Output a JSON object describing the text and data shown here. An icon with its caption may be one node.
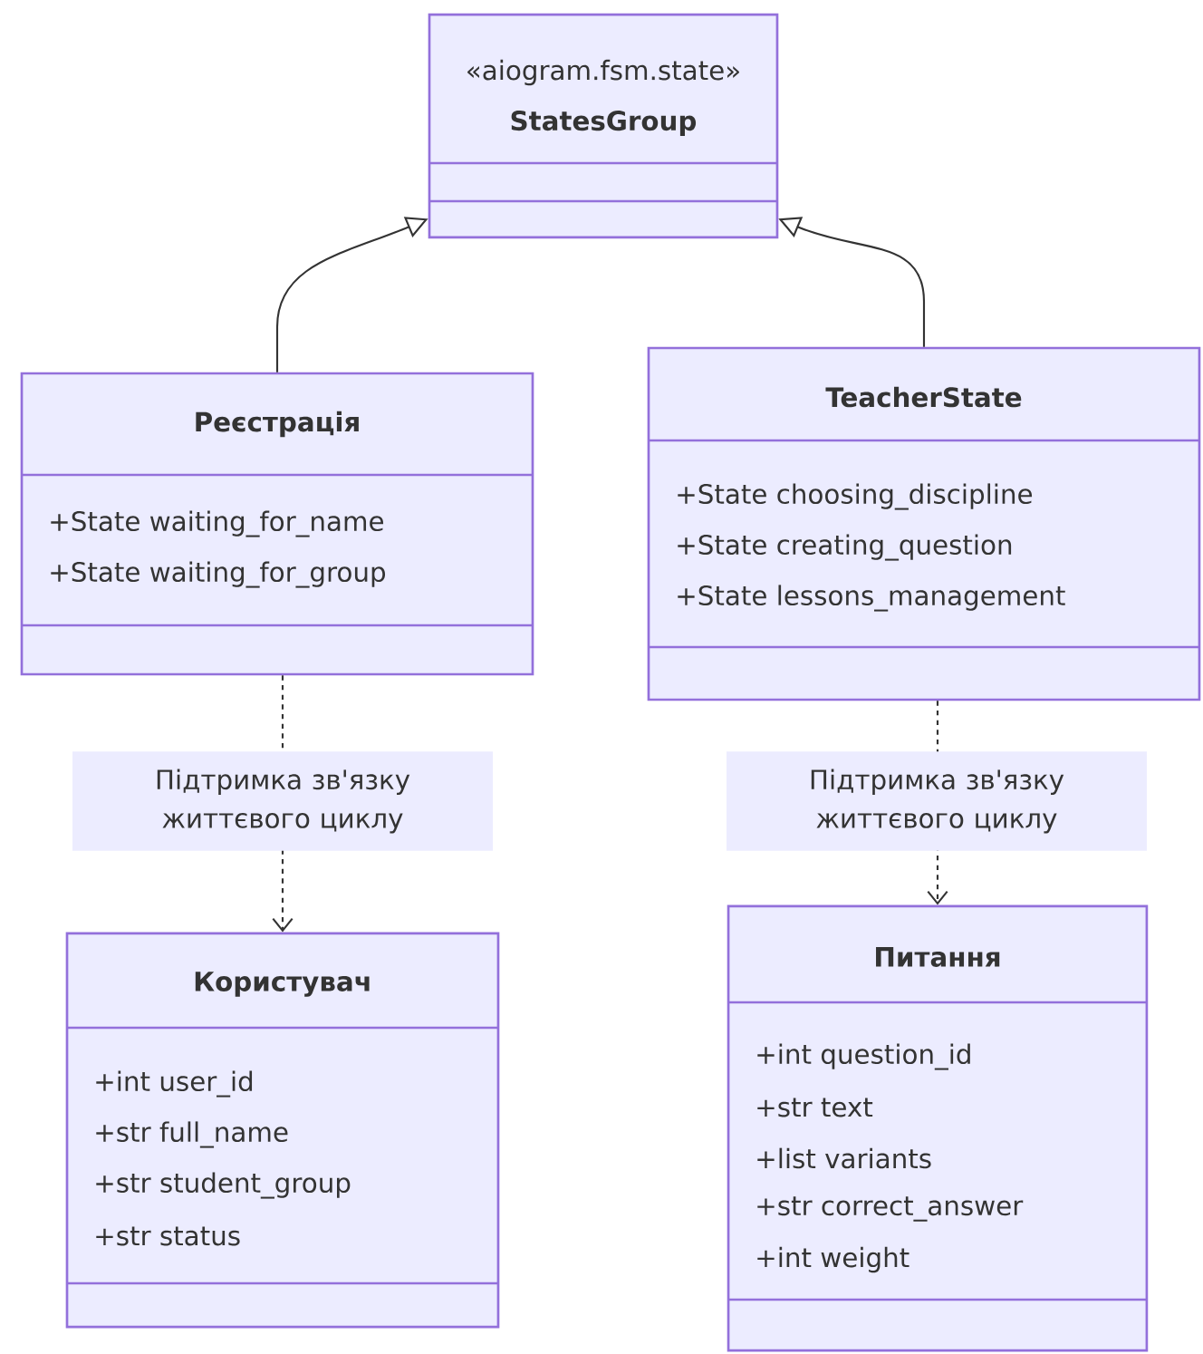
{
  "diagram": {
    "nodes": [
      {
        "text": [
          "«aiogram.fsm.state»",
          "StatesGroup"
        ]
      },
      {
        "text": [
          "Реєстрація",
          "+State waiting_for_name",
          "+State waiting_for_group"
        ]
      },
      {
        "text": [
          "TeacherState",
          "+State choosing_discipline",
          "+State creating_question",
          "+State lessons_management"
        ]
      },
      {
        "text": [
          "Користувач",
          "+int user_id",
          "+str full_name",
          "+str student_group",
          "+str status"
        ]
      },
      {
        "text": [
          "Питання",
          "+int question_id",
          "+str text",
          "+list variants",
          "+str correct_answer",
          "+int weight"
        ]
      }
    ],
    "edges": [
      {
        "from": 1,
        "to": 0,
        "arrow": "to"
      },
      {
        "from": 2,
        "to": 0,
        "arrow": "to"
      },
      {
        "from": 1,
        "to": 3,
        "arrow": "to",
        "style": "dashed",
        "label": "Підтримка зв'язку життєвого циклу"
      },
      {
        "from": 2,
        "to": 4,
        "arrow": "to",
        "style": "dashed",
        "label": "Підтримка зв'язку життєвого циклу"
      }
    ]
  }
}
